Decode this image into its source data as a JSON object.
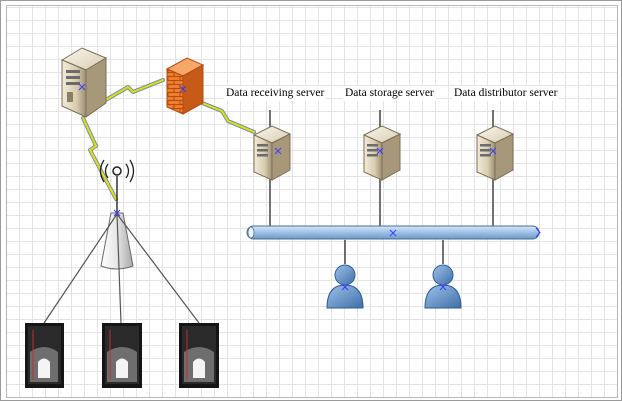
{
  "diagram": {
    "labels": {
      "receiving_server": "Data receiving server",
      "storage_server": "Data storage server",
      "distributor_server": "Data distributor server"
    }
  },
  "colors": {
    "bus": "#a9c7e8",
    "bus_stroke": "#4a6f9a",
    "person": "#5f8fc4",
    "firewall": "#e8742a",
    "server": "#d9ccb0",
    "wireless": "#e6e000",
    "wire": "#555555",
    "selection_marker": "#3b3bff"
  },
  "icons": [
    "tower-server-icon",
    "firewall-icon",
    "server-icon",
    "antenna-tower-icon",
    "user-icon",
    "camera-terminal-icon",
    "lightning-link-icon"
  ]
}
